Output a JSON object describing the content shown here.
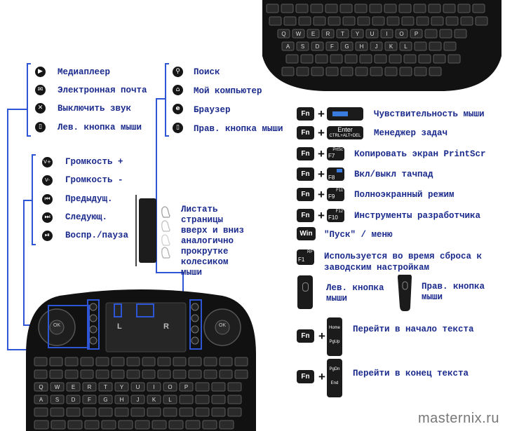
{
  "left_group_1": {
    "items": [
      {
        "label": "Медиаплеер",
        "icon": "media-player-icon",
        "glyph": "▶"
      },
      {
        "label": "Электронная почта",
        "icon": "mail-icon",
        "glyph": "✉"
      },
      {
        "label": "Выключить звук",
        "icon": "mute-icon",
        "glyph": "✕"
      },
      {
        "label": "Лев. кнопка мыши",
        "icon": "mouse-left-icon",
        "glyph": "▯"
      }
    ]
  },
  "left_group_2": {
    "items": [
      {
        "label": "Громкость +",
        "icon": "volume-up-icon",
        "glyph": "V+"
      },
      {
        "label": "Громкость -",
        "icon": "volume-down-icon",
        "glyph": "V-"
      },
      {
        "label": "Предыдущ.",
        "icon": "previous-icon",
        "glyph": "⏮"
      },
      {
        "label": "Следующ.",
        "icon": "next-icon",
        "glyph": "⏭"
      },
      {
        "label": "Воспр./пауза",
        "icon": "play-pause-icon",
        "glyph": "⏯"
      }
    ]
  },
  "mid_group": {
    "items": [
      {
        "label": "Поиск",
        "icon": "search-icon",
        "glyph": "⚲"
      },
      {
        "label": "Мой компьютер",
        "icon": "home-icon",
        "glyph": "⌂"
      },
      {
        "label": "Браузер",
        "icon": "browser-icon",
        "glyph": "e"
      },
      {
        "label": "Прав. кнопка мыши",
        "icon": "mouse-right-icon",
        "glyph": "▯"
      }
    ]
  },
  "scroll_hint": {
    "lines": [
      "Листать",
      "страницы",
      "вверх и вниз",
      "аналогично",
      "прокрутке",
      "колесиком",
      "мыши"
    ]
  },
  "shortcuts": {
    "fn_label": "Fn",
    "plus": "+",
    "rows": [
      {
        "key": "",
        "label": "Чувствительность мыши"
      },
      {
        "key": "Enter",
        "sub": "CTRL+ALT+DEL",
        "label": "Менеджер задач"
      },
      {
        "key": "F7",
        "sub": "PrtSc",
        "label": "Копировать экран PrintScr"
      },
      {
        "key": "F8",
        "label": "Вкл/выкл тачпад"
      },
      {
        "key": "F9",
        "sub": "F11",
        "label": "Полноэкранный режим"
      },
      {
        "key": "F10",
        "sub": "F12",
        "label": "Инструменты разработчика"
      }
    ],
    "win_key": "Win",
    "win_label": "\"Пуск\" / меню",
    "reset_key": "F1",
    "reset_sub": "RF",
    "reset_label_1": "Используется во время сброса к",
    "reset_label_2": "заводским настройкам",
    "mouse_left_1": "Лев. кнопка",
    "mouse_left_2": "мыши",
    "mouse_right_1": "Прав. кнопка",
    "mouse_right_2": "мыши",
    "home_key_top": "Home",
    "home_key_bottom": "PgUp",
    "home_label": "Перейти в начало текста",
    "end_key_top": "PgDn",
    "end_key_bottom": "End",
    "end_label": "Перейти в конец текста"
  },
  "keyboard": {
    "dpad_center": "OK",
    "touchpad_left": "L",
    "touchpad_right": "R",
    "letters_top": [
      "Q",
      "W",
      "E",
      "R",
      "T",
      "Y",
      "U",
      "I",
      "O",
      "P"
    ],
    "letters_mid": [
      "A",
      "S",
      "D",
      "F",
      "G",
      "H",
      "J",
      "K",
      "L"
    ]
  },
  "watermark": "masternix.ru"
}
